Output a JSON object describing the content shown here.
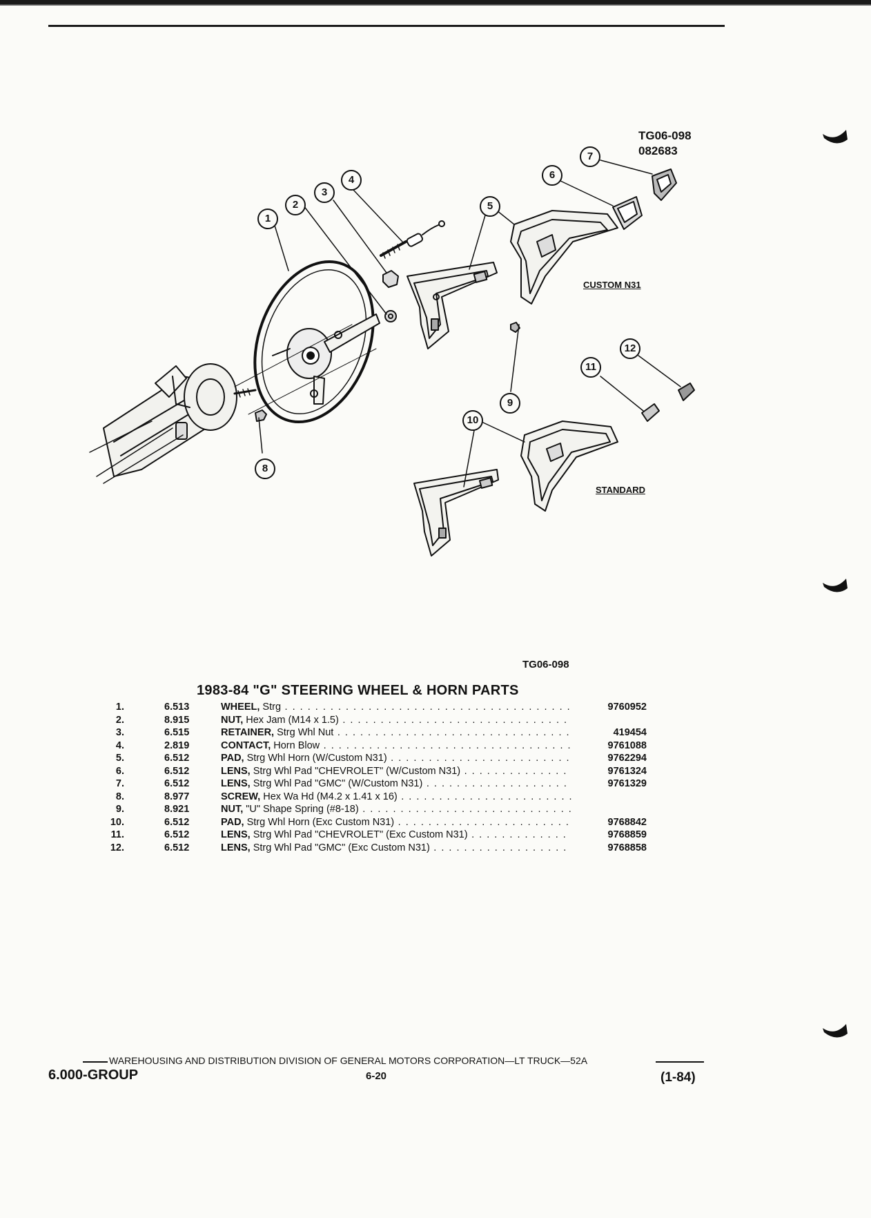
{
  "figure": {
    "code_top": "TG06-098",
    "date_code": "082683",
    "code_bottom": "TG06-098",
    "custom_label": "CUSTOM N31",
    "standard_label": "STANDARD",
    "callouts": [
      "1",
      "2",
      "3",
      "4",
      "5",
      "6",
      "7",
      "8",
      "9",
      "10",
      "11",
      "12"
    ]
  },
  "title": "1983-84 \"G\" STEERING WHEEL & HORN PARTS",
  "parts": [
    {
      "num": "1.",
      "group": "6.513",
      "name": "WHEEL,",
      "detail": " Strg",
      "part_no": "9760952"
    },
    {
      "num": "2.",
      "group": "8.915",
      "name": "NUT,",
      "detail": " Hex Jam (M14 x 1.5)",
      "part_no": ""
    },
    {
      "num": "3.",
      "group": "6.515",
      "name": "RETAINER,",
      "detail": " Strg Whl Nut",
      "part_no": "419454"
    },
    {
      "num": "4.",
      "group": "2.819",
      "name": "CONTACT,",
      "detail": " Horn Blow",
      "part_no": "9761088"
    },
    {
      "num": "5.",
      "group": "6.512",
      "name": "PAD,",
      "detail": " Strg Whl Horn (W/Custom N31)",
      "part_no": "9762294"
    },
    {
      "num": "6.",
      "group": "6.512",
      "name": "LENS,",
      "detail": " Strg Whl Pad \"CHEVROLET\" (W/Custom N31)",
      "part_no": "9761324"
    },
    {
      "num": "7.",
      "group": "6.512",
      "name": "LENS,",
      "detail": " Strg Whl Pad \"GMC\" (W/Custom N31)",
      "part_no": "9761329"
    },
    {
      "num": "8.",
      "group": "8.977",
      "name": "SCREW,",
      "detail": " Hex Wa Hd (M4.2 x 1.41 x 16)",
      "part_no": ""
    },
    {
      "num": "9.",
      "group": "8.921",
      "name": "NUT,",
      "detail": " \"U\" Shape Spring (#8-18)",
      "part_no": ""
    },
    {
      "num": "10.",
      "group": "6.512",
      "name": "PAD,",
      "detail": " Strg Whl Horn (Exc Custom N31)",
      "part_no": "9768842"
    },
    {
      "num": "11.",
      "group": "6.512",
      "name": "LENS,",
      "detail": " Strg Whl Pad \"CHEVROLET\" (Exc Custom N31)",
      "part_no": "9768859"
    },
    {
      "num": "12.",
      "group": "6.512",
      "name": "LENS,",
      "detail": " Strg Whl Pad \"GMC\" (Exc Custom N31)",
      "part_no": "9768858"
    }
  ],
  "footer": {
    "division": "WAREHOUSING AND DISTRIBUTION  DIVISION OF GENERAL MOTORS CORPORATION—LT TRUCK—52A",
    "group": "6.000-GROUP",
    "page": "6-20",
    "date": "(1-84)"
  }
}
